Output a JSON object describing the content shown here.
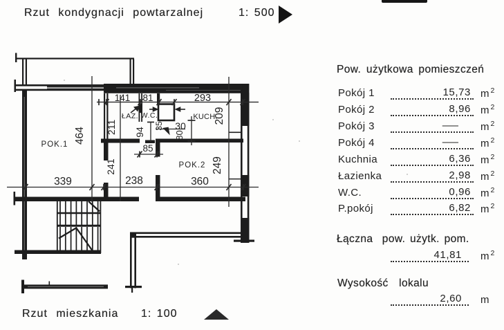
{
  "header": {
    "title": "Rzut kondygnacji powtarzalnej",
    "scale": "1: 500"
  },
  "footer": {
    "title": "Rzut mieszkania",
    "scale": "1: 100"
  },
  "plan": {
    "room_labels": {
      "pok1": "POK.1",
      "laz": "ŁAZ.",
      "wc": "W.C.",
      "kuch": "KUCH.",
      "pok2": "POK.2"
    },
    "dims": {
      "d141": "141",
      "d81": "81",
      "d293": "293",
      "d211": "211",
      "d464": "464",
      "d94": "94",
      "d85": "85",
      "d35": "35",
      "d30": "30",
      "d80": "80",
      "d209": "209",
      "d241": "241",
      "d249": "249",
      "d339": "339",
      "d238": "238",
      "d360": "360"
    }
  },
  "table": {
    "title": "Pow. użytkowa pomieszczeń",
    "rows": [
      {
        "label": "Pokój 1",
        "value": "15,73",
        "unit_base": "m",
        "unit_sup": "2"
      },
      {
        "label": "Pokój 2",
        "value": "8,96",
        "unit_base": "m",
        "unit_sup": "2"
      },
      {
        "label": "Pokój 3",
        "value": "—",
        "unit_base": "m",
        "unit_sup": "2"
      },
      {
        "label": "Pokój 4",
        "value": "—",
        "unit_base": "m",
        "unit_sup": "2"
      },
      {
        "label": "Kuchnia",
        "value": "6,36",
        "unit_base": "m",
        "unit_sup": "2"
      },
      {
        "label": "Łazienka",
        "value": "2,98",
        "unit_base": "m",
        "unit_sup": "2"
      },
      {
        "label": "W.C.",
        "value": "0,96",
        "unit_base": "m",
        "unit_sup": "2"
      },
      {
        "label": "P.pokój",
        "value": "6,82",
        "unit_base": "m",
        "unit_sup": "2"
      }
    ],
    "total": {
      "label": "Łączna  pow. użytk. pom.",
      "value": "41,81",
      "unit_base": "m",
      "unit_sup": "2"
    },
    "height": {
      "label": "Wysokość  lokalu",
      "value": "2,60",
      "unit_base": "m",
      "unit_sup": ""
    }
  }
}
